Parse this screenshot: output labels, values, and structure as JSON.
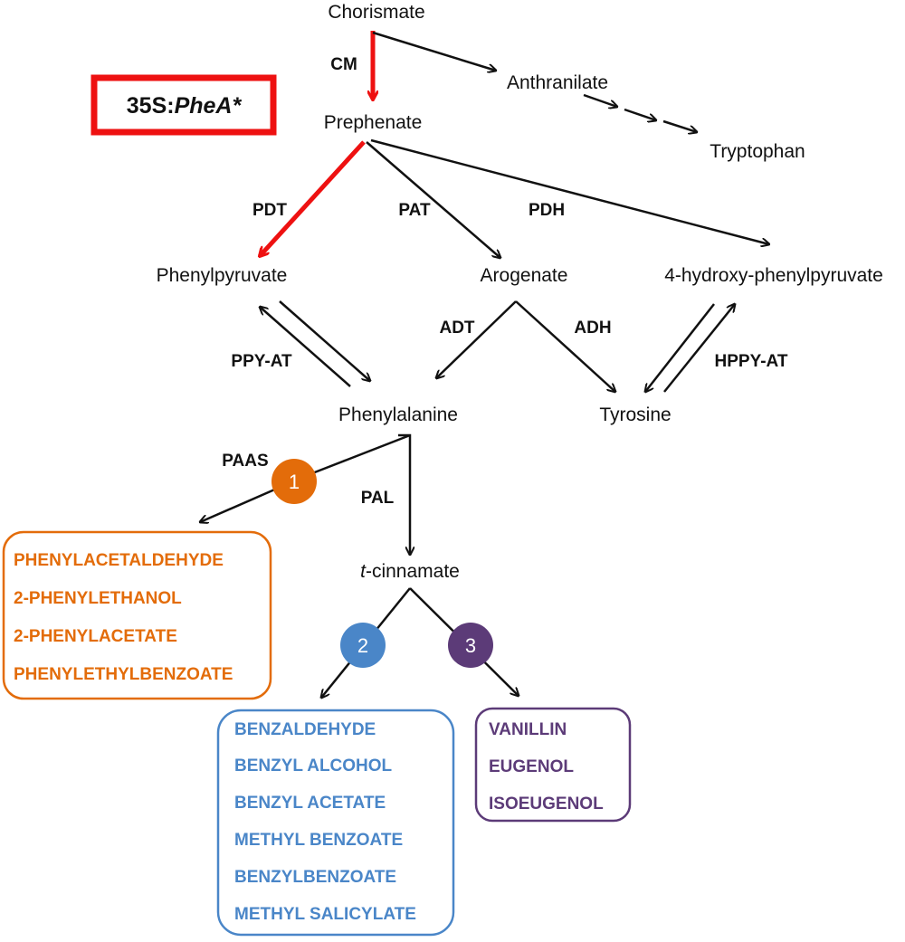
{
  "colors": {
    "black": "#111111",
    "red": "#ee1111",
    "orange": "#e36c0a",
    "blue": "#4a86c8",
    "purple": "#5c3b78"
  },
  "construct": {
    "prefix": "35S:",
    "gene": "PheA*"
  },
  "metabolites": {
    "chorismate": "Chorismate",
    "anthranilate": "Anthranilate",
    "tryptophan": "Tryptophan",
    "prephenate": "Prephenate",
    "phenylpyruvate": "Phenylpyruvate",
    "arogenate": "Arogenate",
    "hydroxyphenylpyruvate": "4-hydroxy-phenylpyruvate",
    "phenylalanine": "Phenylalanine",
    "tyrosine": "Tyrosine",
    "cinnamate_prefix": "t",
    "cinnamate_rest": "-cinnamate"
  },
  "enzymes": {
    "cm": "CM",
    "pdt": "PDT",
    "pat": "PAT",
    "pdh": "PDH",
    "ppy_at": "PPY-AT",
    "adt": "ADT",
    "adh": "ADH",
    "hppy_at": "HPPY-AT",
    "paas": "PAAS",
    "pal": "PAL"
  },
  "badges": {
    "one": "1",
    "two": "2",
    "three": "3"
  },
  "product_groups": {
    "orange": [
      "PHENYLACETALDEHYDE",
      "2-PHENYLETHANOL",
      "2-PHENYLACETATE",
      "PHENYLETHYLBENZOATE"
    ],
    "blue": [
      "BENZALDEHYDE",
      "BENZYL ALCOHOL",
      "BENZYL ACETATE",
      "METHYL BENZOATE",
      "BENZYLBENZOATE",
      "METHYL SALICYLATE"
    ],
    "purple": [
      "VANILLIN",
      "EUGENOL",
      "ISOEUGENOL"
    ]
  }
}
